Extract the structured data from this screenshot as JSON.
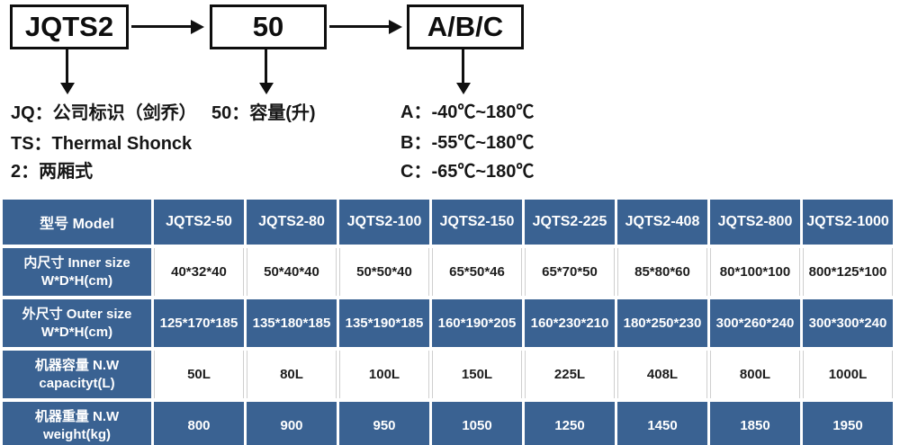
{
  "colors": {
    "table_blue": "#3a6292",
    "text_dark": "#161616"
  },
  "flow": {
    "boxes": [
      "JQTS2",
      "50",
      "A/B/C"
    ]
  },
  "notes": {
    "left": [
      "JQ：公司标识（剑乔）",
      "TS：Thermal Shonck",
      "2：两厢式"
    ],
    "middle": [
      "50：容量(升)"
    ],
    "right": [
      "A：-40℃~180℃",
      "B：-55℃~180℃",
      "C：-65℃~180℃"
    ]
  },
  "table": {
    "header": [
      "型号 Model",
      "JQTS2-50",
      "JQTS2-80",
      "JQTS2-100",
      "JQTS2-150",
      "JQTS2-225",
      "JQTS2-408",
      "JQTS2-800",
      "JQTS2-1000"
    ],
    "rows": [
      {
        "label_line1": "内尺寸 Inner size",
        "label_line2": "W*D*H(cm)",
        "values": [
          "40*32*40",
          "50*40*40",
          "50*50*40",
          "65*50*46",
          "65*70*50",
          "85*80*60",
          "80*100*100",
          "800*125*100"
        ]
      },
      {
        "label_line1": "外尺寸 Outer size",
        "label_line2": "W*D*H(cm)",
        "values": [
          "125*170*185",
          "135*180*185",
          "135*190*185",
          "160*190*205",
          "160*230*210",
          "180*250*230",
          "300*260*240",
          "300*300*240"
        ]
      },
      {
        "label_line1": "机器容量 N.W",
        "label_line2": "capacityt(L)",
        "values": [
          "50L",
          "80L",
          "100L",
          "150L",
          "225L",
          "408L",
          "800L",
          "1000L"
        ]
      },
      {
        "label_line1": "机器重量 N.W",
        "label_line2": "weight(kg)",
        "values": [
          "800",
          "900",
          "950",
          "1050",
          "1250",
          "1450",
          "1850",
          "1950"
        ]
      }
    ]
  }
}
